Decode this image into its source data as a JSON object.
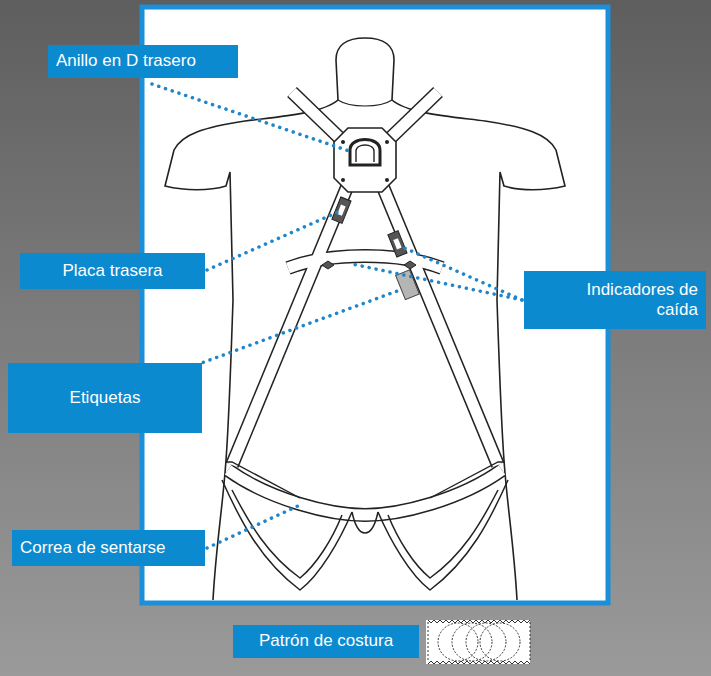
{
  "diagram": {
    "nodes": [
      {
        "text": [
          "Anillo en D trasero"
        ]
      },
      {
        "text": [
          "Placa trasera"
        ]
      },
      {
        "text": [
          "Indicadores de caída"
        ]
      },
      {
        "text": [
          "Etiquetas"
        ]
      },
      {
        "text": [
          "Correa de sentarse"
        ]
      },
      {
        "text": [
          "Patrón de costura"
        ]
      }
    ]
  }
}
